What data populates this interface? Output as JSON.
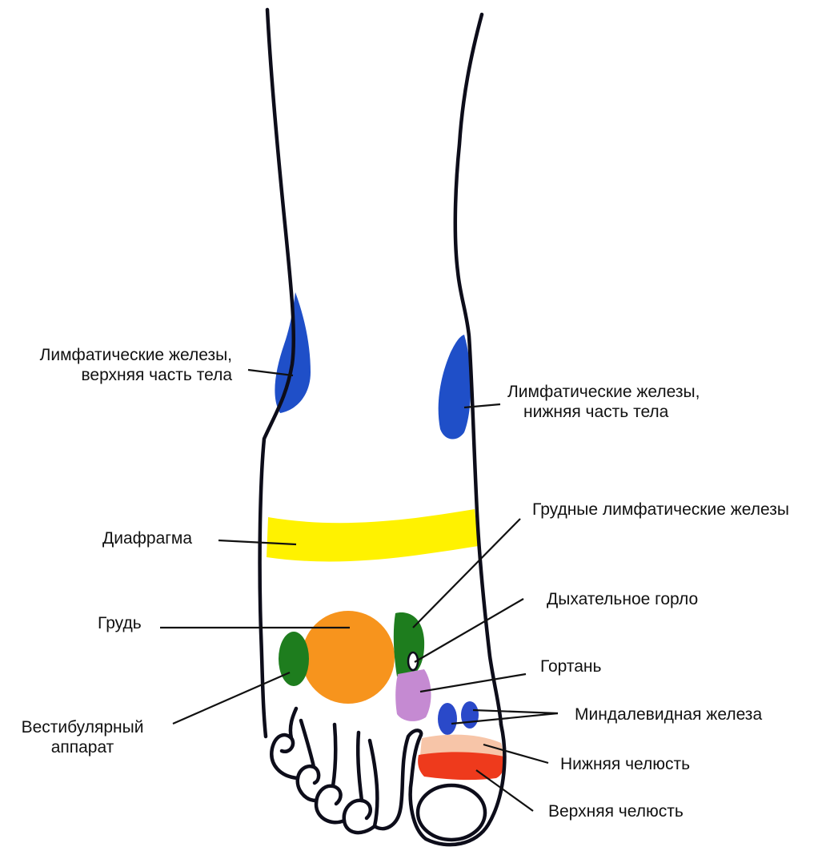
{
  "colors": {
    "outline": "#0d0d1a",
    "lymph_blue": "#1f4fc8",
    "diaphragm_yellow": "#fff200",
    "chest_orange": "#f7941d",
    "green": "#1e7d1e",
    "larynx_purple": "#c58ad2",
    "tonsil_blue": "#2a49c9",
    "lower_jaw_peach": "#f7c5a8",
    "upper_jaw_red": "#ee3a1c"
  },
  "labels": {
    "lymph_upper_line1": "Лимфатические железы,",
    "lymph_upper_line2": "верхняя часть тела",
    "lymph_lower_line1": "Лимфатические железы,",
    "lymph_lower_line2": "нижняя часть тела",
    "diaphragm": "Диафрагма",
    "chest_lymph": "Грудные лимфатические железы",
    "chest": "Грудь",
    "trachea": "Дыхательное горло",
    "larynx": "Гортань",
    "vestibular_line1": "Вестибулярный",
    "vestibular_line2": "аппарат",
    "tonsils": "Миндалевидная железа",
    "lower_jaw": "Нижняя челюсть",
    "upper_jaw": "Верхняя челюсть"
  }
}
